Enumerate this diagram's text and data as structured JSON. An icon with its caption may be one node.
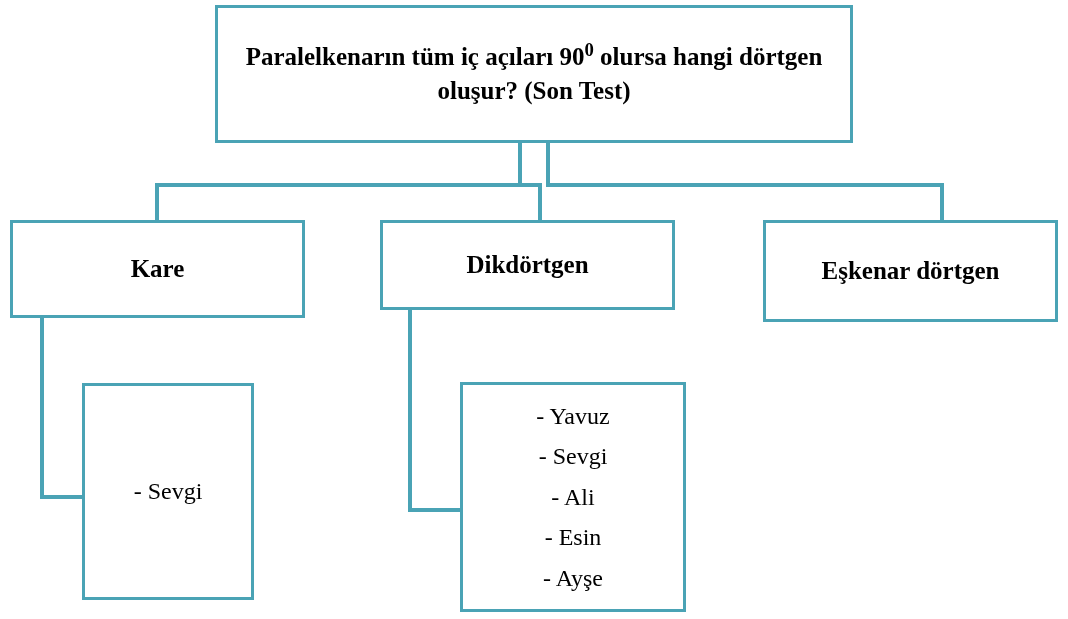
{
  "diagram": {
    "nodes": [
      {
        "text": [
          "Paralelkenarın tüm iç açıları 90$^{0}$ olursa hangi dörtgen oluşur? (Son  Test)"
        ]
      },
      {
        "text": [
          "Kare"
        ]
      },
      {
        "text": [
          "Dikdörtgen"
        ]
      },
      {
        "text": [
          "Eşkenar dörtgen"
        ]
      },
      {
        "text": [
          "- Sevgi"
        ]
      },
      {
        "text": [
          "- Yavuz",
          "- Sevgi",
          "- Ali",
          "- Esin",
          "- Ayşe"
        ]
      }
    ],
    "edges": [
      {
        "from": 0,
        "to": 1,
        "arrow": "none"
      },
      {
        "from": 0,
        "to": 2,
        "arrow": "none"
      },
      {
        "from": 0,
        "to": 3,
        "arrow": "none"
      },
      {
        "from": 1,
        "to": 4,
        "arrow": "none"
      },
      {
        "from": 2,
        "to": 5,
        "arrow": "none"
      }
    ]
  }
}
